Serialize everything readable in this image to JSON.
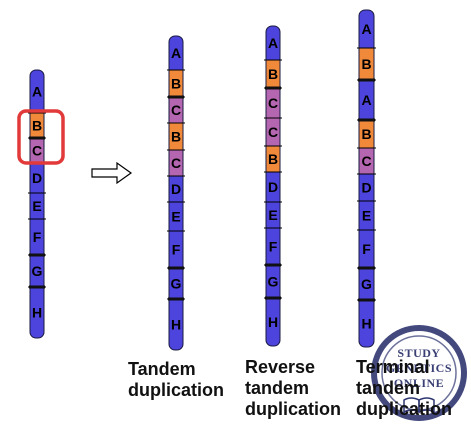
{
  "colors": {
    "chromosome_blue": "#4c44dc",
    "segment_b_orange": "#f0893a",
    "segment_c_purple": "#b566b0",
    "highlight_red": "#e23a3a",
    "watermark_navy": "#2f3670"
  },
  "chromosomes": [
    {
      "id": "original",
      "segments": [
        "A",
        "B",
        "C",
        "D",
        "E",
        "F",
        "G",
        "H"
      ],
      "highlighted_segments": [
        "B",
        "C"
      ]
    },
    {
      "id": "tandem",
      "caption": [
        "Tandem",
        "duplication"
      ],
      "segments": [
        "A",
        "B",
        "C",
        "B",
        "C",
        "D",
        "E",
        "F",
        "G",
        "H"
      ]
    },
    {
      "id": "reverse_tandem",
      "caption": [
        "Reverse",
        "tandem",
        "duplication"
      ],
      "segments": [
        "A",
        "B",
        "C",
        "C",
        "B",
        "D",
        "E",
        "F",
        "G",
        "H"
      ]
    },
    {
      "id": "terminal_tandem",
      "caption": [
        "Terminal",
        "tandem",
        "duplication"
      ],
      "segments": [
        "A",
        "B",
        "A",
        "B",
        "C",
        "D",
        "E",
        "F",
        "G",
        "H"
      ]
    }
  ],
  "arrow_icon": "hollow-right-arrow",
  "watermark": {
    "icon": "open-book-icon",
    "lines": [
      "STUDY",
      "GENETICS",
      "ONLINE"
    ]
  }
}
